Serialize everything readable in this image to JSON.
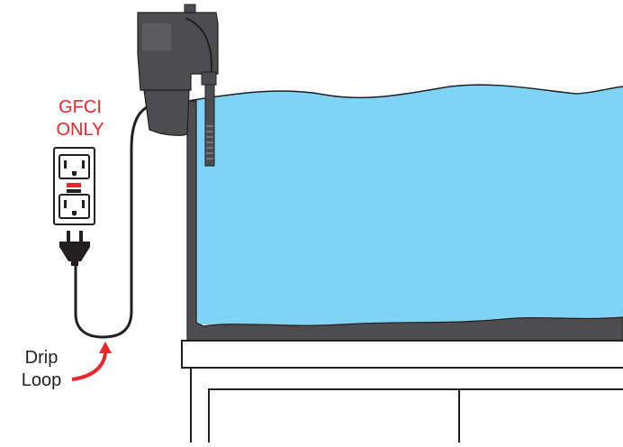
{
  "labels": {
    "gfci_line1": "GFCI",
    "gfci_line2": "ONLY",
    "drip_line1": "Drip",
    "drip_line2": "Loop"
  },
  "colors": {
    "water": "#7fd3f5",
    "filter_body": "#4d4d4f",
    "outline": "#231f20",
    "warning_red": "#e8262c",
    "background": "#ffffff"
  },
  "icons": [
    "gfci-outlet-icon",
    "power-plug-icon",
    "curved-arrow-icon"
  ]
}
